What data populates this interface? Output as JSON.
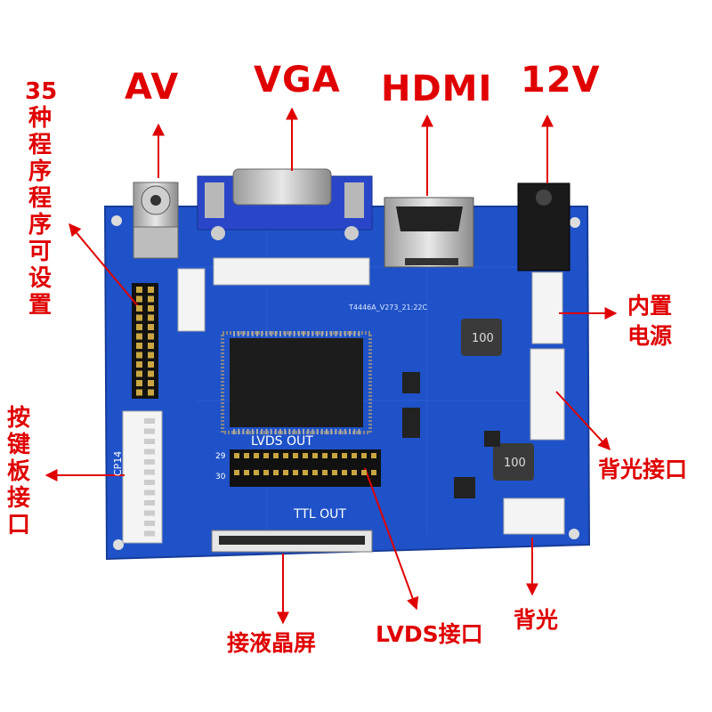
{
  "labels": {
    "av": "AV",
    "vga": "VGA",
    "hdmi": "HDMI",
    "v12": "12V",
    "programs": [
      "35",
      "种",
      "程",
      "序",
      "程",
      "序",
      "可",
      "设",
      "置"
    ],
    "keypad": [
      "按",
      "键",
      "板",
      "接",
      "口"
    ],
    "internal_power": [
      "内置",
      "电源"
    ],
    "backlight_port": "背光接口",
    "backlight": "背光",
    "lvds_port": "LVDS接口",
    "lcd_connect": "接液晶屏"
  },
  "board_text": {
    "lvds_out": "LVDS OUT",
    "ttl_out": "TTL OUT",
    "cp14": "CP14",
    "inductor1": "100",
    "inductor2": "100",
    "pcb_code": "T4446A_V273_21:22C",
    "pin29": "29",
    "pin30": "30"
  },
  "colors": {
    "board": "#1f52c8",
    "label": "#e00000",
    "vga_blue": "#2a46c8"
  }
}
